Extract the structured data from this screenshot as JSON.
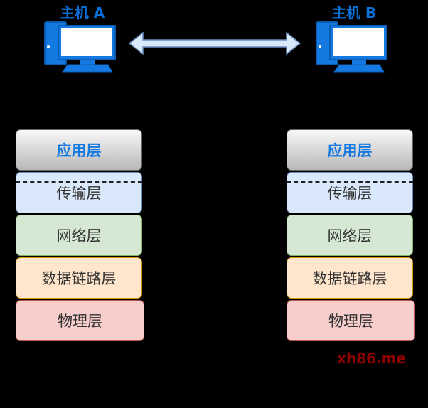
{
  "hosts": [
    {
      "title": "主机 A"
    },
    {
      "title": "主机 B"
    }
  ],
  "layers": [
    "应用层",
    "传输层",
    "网络层",
    "数据链路层",
    "物理层"
  ],
  "watermark": "xh86.me",
  "colors": {
    "title": "#0a6fd6",
    "computer": "#0a6fd6",
    "arrow": "#dae8fc"
  }
}
